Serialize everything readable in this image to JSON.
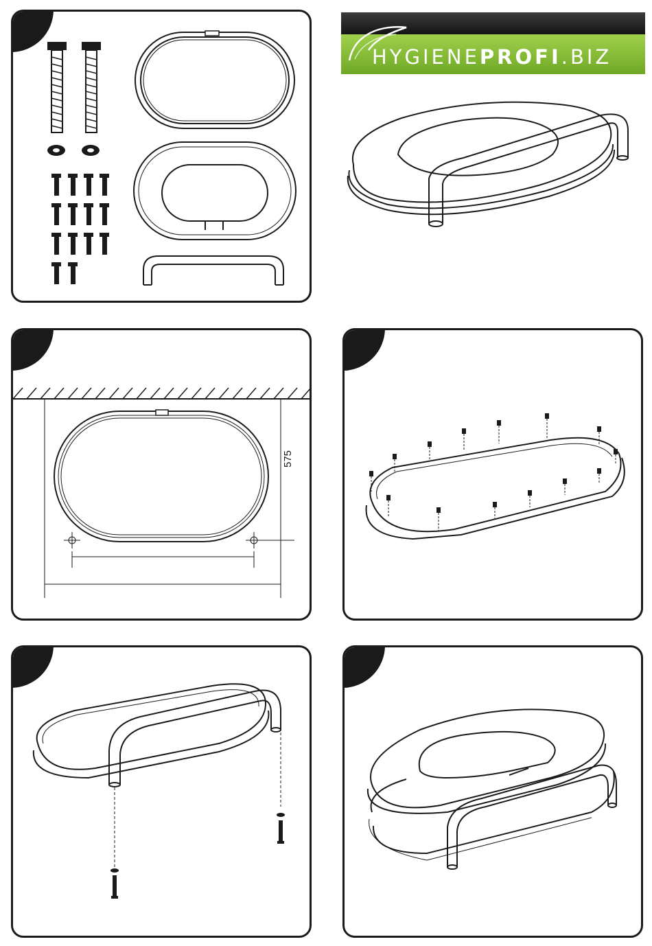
{
  "logo": {
    "name_light": "HYGIENE",
    "name_bold": "PROFI",
    "name_suffix": ".BIZ",
    "colors": {
      "top": "#1e1e1e",
      "bottom": "#7cb832",
      "text": "#ffffff"
    }
  },
  "step2": {
    "dimension_label": "575"
  },
  "colors": {
    "ink": "#1a1a1a",
    "paper": "#ffffff"
  }
}
